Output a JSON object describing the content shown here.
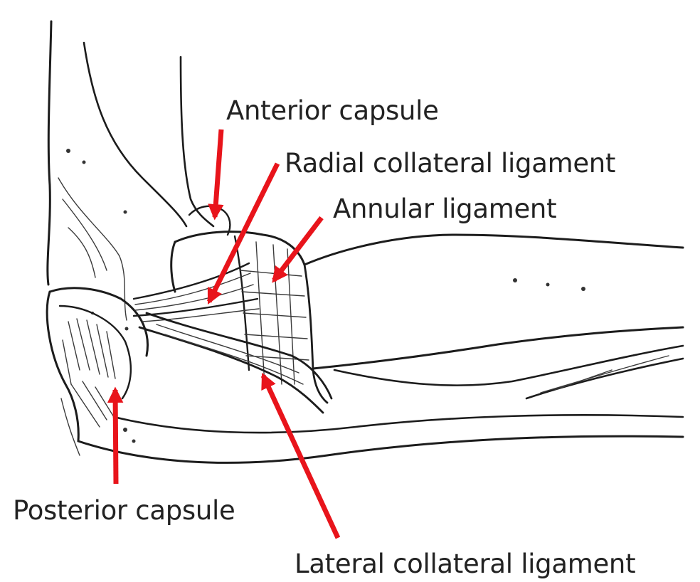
{
  "diagram": {
    "labels": {
      "anterior_capsule": "Anterior capsule",
      "radial_collateral_ligament": "Radial collateral ligament",
      "annular_ligament": "Annular ligament",
      "posterior_capsule": "Posterior capsule",
      "lateral_collateral_ligament": "Lateral collateral ligament"
    },
    "colors": {
      "arrow": "#e8141b",
      "ink": "#1c1c1c",
      "background": "#ffffff"
    }
  }
}
